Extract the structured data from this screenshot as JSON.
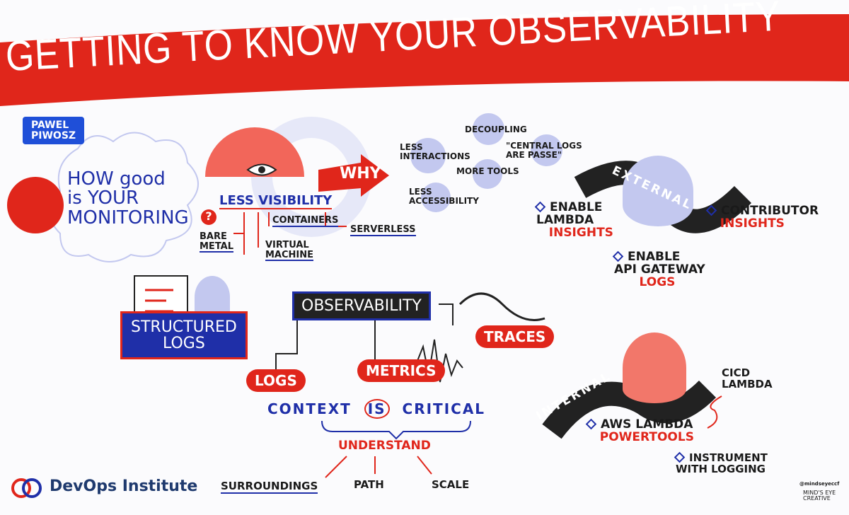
{
  "title": "GETTING TO KNOW YOUR OBSERVABILITY",
  "author": "PAWEL\nPIWOSZ",
  "question": "HOW good\nis YOUR\nMONITORING",
  "question_mark": "?",
  "less_visibility": "LESS VISIBILITY",
  "why": "WHY",
  "visibility_items": [
    "BARE\nMETAL",
    "CONTAINERS",
    "VIRTUAL\nMACHINE",
    "SERVERLESS"
  ],
  "why_items": [
    "DECOUPLING",
    "LESS\nINTERACTIONS",
    "\"CENTRAL LOGS\nARE PASSE\"",
    "MORE TOOLS",
    "LESS\nACCESSIBILITY"
  ],
  "structured_logs": "STRUCTURED\nLOGS",
  "observability": "OBSERVABILITY",
  "pillars": [
    "LOGS",
    "METRICS",
    "TRACES"
  ],
  "context": {
    "a": "CONTEXT",
    "b": "IS",
    "c": "CRITICAL"
  },
  "understand": "UNDERSTAND",
  "understand_items": [
    "SURROUNDINGS",
    "PATH",
    "SCALE"
  ],
  "external": {
    "label": "EXTERNAL",
    "items": [
      {
        "a": "ENABLE\nLAMBDA",
        "b": "INSIGHTS"
      },
      {
        "a": "CONTRIBUTOR",
        "b": "INSIGHTS"
      },
      {
        "a": "ENABLE\nAPI GATEWAY",
        "b": "LOGS"
      }
    ]
  },
  "internal": {
    "label": "INTERNAL",
    "items": [
      {
        "a": "AWS LAMBDA",
        "b": "POWERTOOLS"
      },
      {
        "a": "INSTRUMENT\nWITH LOGGING",
        "b": ""
      }
    ],
    "cicd": "CICD\nLAMBDA"
  },
  "logo": "DevOps Institute",
  "credit": {
    "handle": "@mindseyeccf",
    "name": "MIND'S EYE\nCREATIVE"
  },
  "colors": {
    "red": "#e0261b",
    "blue": "#1f2fa8",
    "lavender": "#c3c8ef"
  }
}
